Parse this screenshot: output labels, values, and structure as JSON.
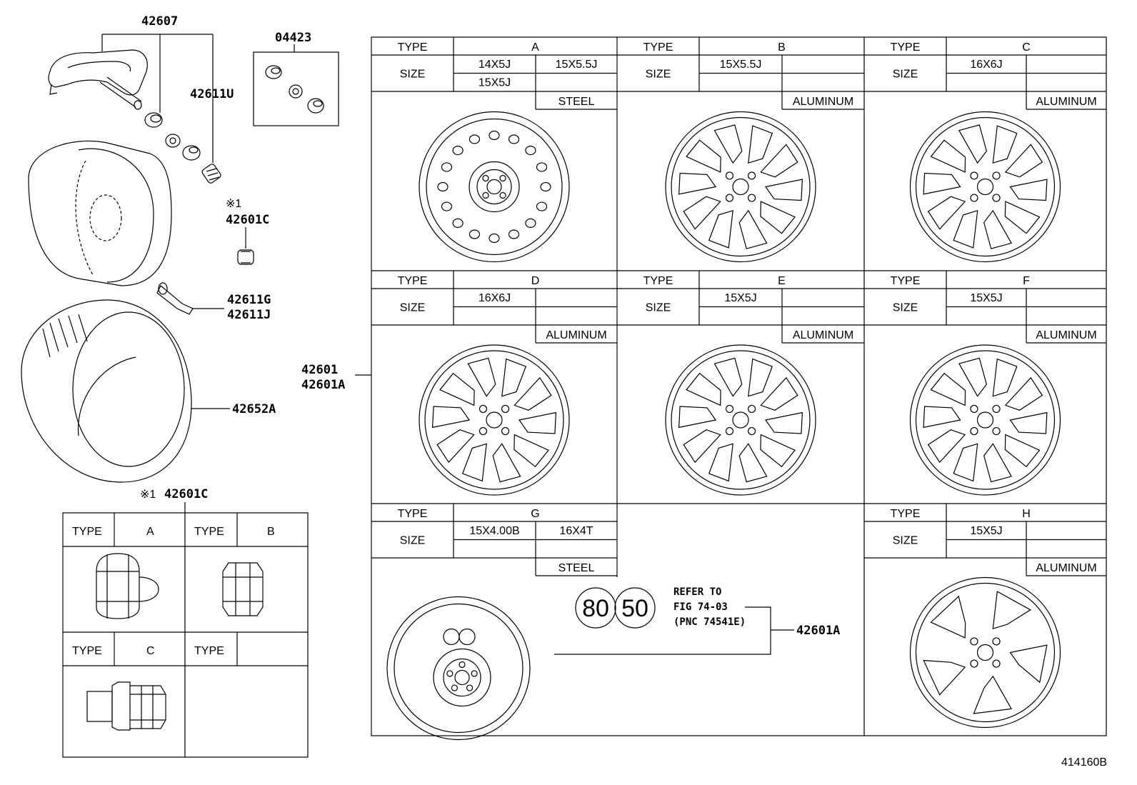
{
  "diagram_id": "414160B",
  "callouts": {
    "sensor": "42607",
    "cap_kit": "04423",
    "valve_cap": "42611U",
    "note_mark": "※1",
    "nut_main": "42601C",
    "valve_g": "42611G",
    "valve_j": "42611J",
    "tire": "42652A",
    "nut_table_title": "42601C",
    "wheel_1": "42601",
    "wheel_2": "42601A",
    "refer_wheel": "42601A"
  },
  "refer": {
    "badge_1": "80",
    "badge_2": "50",
    "line_1": "REFER TO",
    "line_2": "FIG 74-03",
    "line_3": "(PNC 74541E)"
  },
  "wheel_table": {
    "type_label": "TYPE",
    "size_label": "SIZE",
    "panels": [
      {
        "type": "A",
        "sizes": [
          "14X5J",
          "15X5.5J",
          "15X5J",
          ""
        ],
        "material": "STEEL"
      },
      {
        "type": "B",
        "sizes": [
          "15X5.5J",
          "",
          "",
          ""
        ],
        "material": "ALUMINUM"
      },
      {
        "type": "C",
        "sizes": [
          "16X6J",
          "",
          "",
          ""
        ],
        "material": "ALUMINUM"
      },
      {
        "type": "D",
        "sizes": [
          "16X6J",
          "",
          "",
          ""
        ],
        "material": "ALUMINUM"
      },
      {
        "type": "E",
        "sizes": [
          "15X5J",
          "",
          "",
          ""
        ],
        "material": "ALUMINUM"
      },
      {
        "type": "F",
        "sizes": [
          "15X5J",
          "",
          "",
          ""
        ],
        "material": "ALUMINUM"
      },
      {
        "type": "G",
        "sizes": [
          "15X4.00B",
          "16X4T",
          "",
          ""
        ],
        "material": "STEEL"
      },
      {
        "type": "H",
        "sizes": [
          "15X5J",
          "",
          "",
          ""
        ],
        "material": "ALUMINUM"
      }
    ]
  },
  "nut_table": {
    "type_label": "TYPE",
    "cells": [
      {
        "type": "A"
      },
      {
        "type": "B"
      },
      {
        "type": "C"
      },
      {
        "type": ""
      }
    ]
  }
}
